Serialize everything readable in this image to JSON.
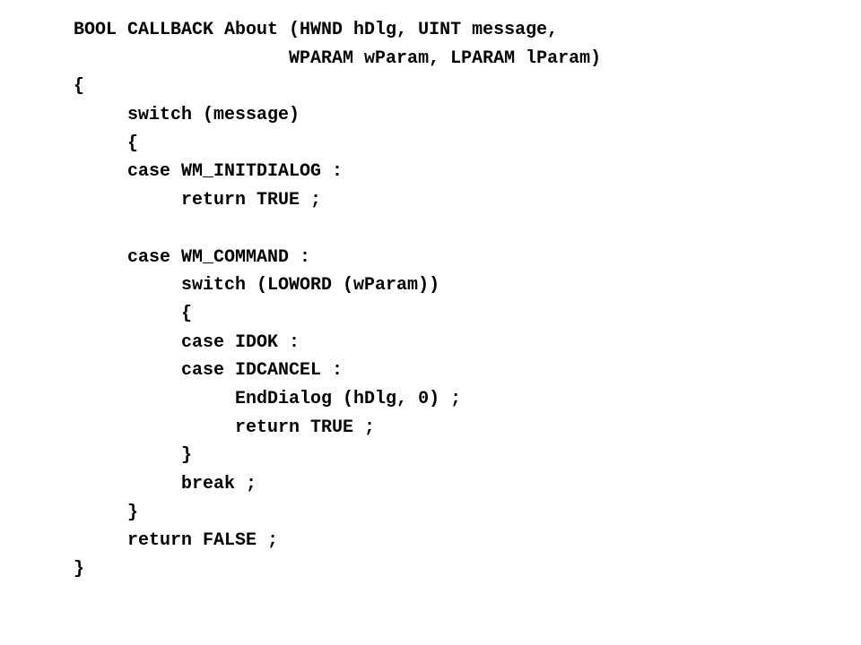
{
  "code": {
    "lines": [
      "BOOL CALLBACK About (HWND hDlg, UINT message,",
      "                    WPARAM wParam, LPARAM lParam)",
      "{",
      "     switch (message)",
      "     {",
      "     case WM_INITDIALOG :",
      "          return TRUE ;",
      "",
      "     case WM_COMMAND :",
      "          switch (LOWORD (wParam))",
      "          {",
      "          case IDOK :",
      "          case IDCANCEL :",
      "               EndDialog (hDlg, 0) ;",
      "               return TRUE ;",
      "          }",
      "          break ;",
      "     }",
      "     return FALSE ;",
      "}"
    ]
  }
}
